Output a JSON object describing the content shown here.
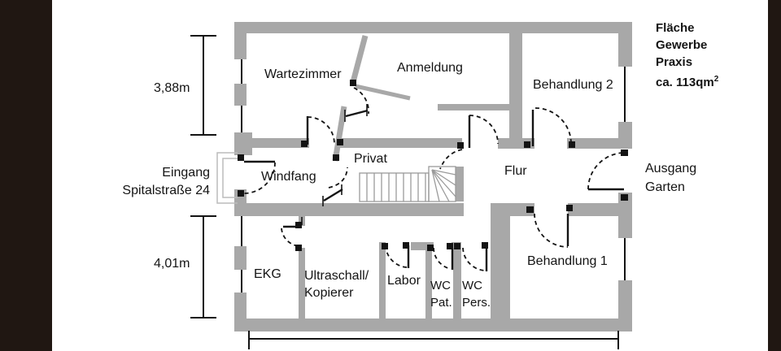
{
  "colors": {
    "wall": "#a8a8a8",
    "ink": "#141414",
    "frame": "#201712",
    "stair": "#9a9a9a",
    "porch": "#bcbcbc"
  },
  "rooms": {
    "wartezimmer": {
      "label": "Wartezimmer"
    },
    "anmeldung": {
      "label": "Anmeldung"
    },
    "behandlung2": {
      "label": "Behandlung 2"
    },
    "windfang": {
      "label": "Windfang"
    },
    "privat": {
      "label": "Privat"
    },
    "flur": {
      "label": "Flur"
    },
    "ekg": {
      "label": "EKG"
    },
    "ultraschall": {
      "line1": "Ultraschall/",
      "line2": "Kopierer"
    },
    "labor": {
      "label": "Labor"
    },
    "wc_pat": {
      "line1": "WC",
      "line2": "Pat."
    },
    "wc_pers": {
      "line1": "WC",
      "line2": "Pers."
    },
    "behandlung1": {
      "label": "Behandlung 1"
    }
  },
  "area_note": {
    "line1": "Fläche",
    "line2": "Gewerbe",
    "line3": "Praxis",
    "line4": "ca. 113qm",
    "line4_superscript": "2"
  },
  "entrance": {
    "line1": "Eingang",
    "line2": "Spitalstraße 24"
  },
  "exit": {
    "line1": "Ausgang",
    "line2": "Garten"
  },
  "dimensions": {
    "upper": "3,88m",
    "lower": "4,01m"
  }
}
